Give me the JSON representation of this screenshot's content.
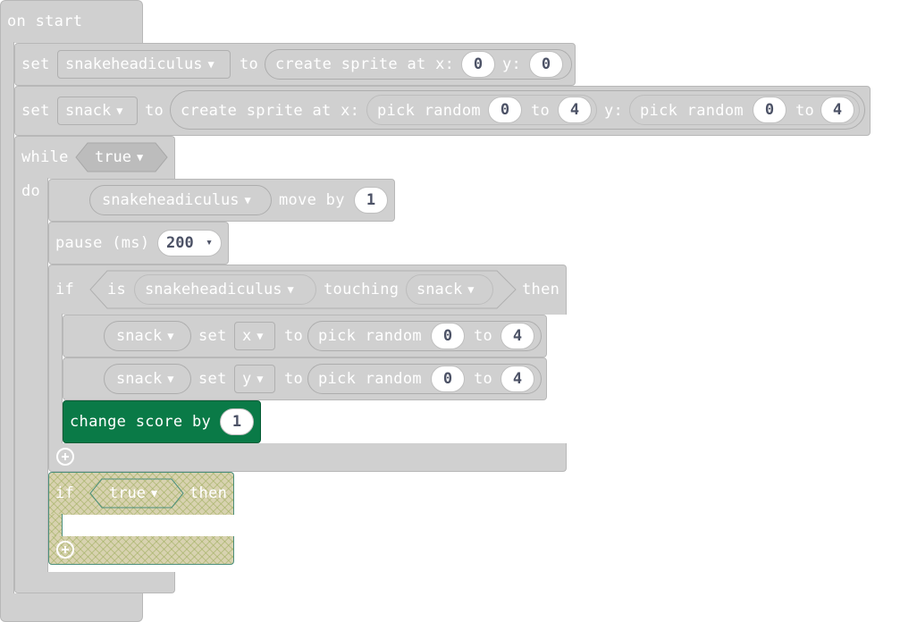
{
  "on_start": {
    "label": "on start"
  },
  "set1": {
    "kw": "set",
    "var": "snakeheadiculus",
    "to": "to",
    "fn": "create sprite at x:",
    "y": "y:",
    "x_val": "0",
    "y_val": "0"
  },
  "set2": {
    "kw": "set",
    "var": "snack",
    "to": "to",
    "fn": "create sprite at x:",
    "pick1": "pick random",
    "pick1_from": "0",
    "pick1_to_kw": "to",
    "pick1_to": "4",
    "y": "y:",
    "pick2": "pick random",
    "pick2_from": "0",
    "pick2_to_kw": "to",
    "pick2_to": "4"
  },
  "while": {
    "kw": "while",
    "cond": "true",
    "do": "do"
  },
  "move": {
    "var": "snakeheadiculus",
    "kw": "move by",
    "val": "1"
  },
  "pause": {
    "kw": "pause (ms)",
    "val": "200"
  },
  "if1": {
    "kw": "if",
    "is": "is",
    "var": "snakeheadiculus",
    "touching": "touching",
    "target": "snack",
    "then": "then"
  },
  "setx": {
    "var": "snack",
    "kw": "set",
    "prop": "x",
    "to": "to",
    "pick": "pick random",
    "from": "0",
    "to_kw": "to",
    "to_val": "4"
  },
  "sety": {
    "var": "snack",
    "kw": "set",
    "prop": "y",
    "to": "to",
    "pick": "pick random",
    "from": "0",
    "to_kw": "to",
    "to_val": "4"
  },
  "score": {
    "kw": "change score by",
    "val": "1"
  },
  "if2": {
    "kw": "if",
    "cond": "true",
    "then": "then"
  },
  "colors": {
    "block": "#d0d0d0",
    "game": "#0a7a47",
    "disabled": "#d8d2b0",
    "value_text": "#4c5266"
  }
}
